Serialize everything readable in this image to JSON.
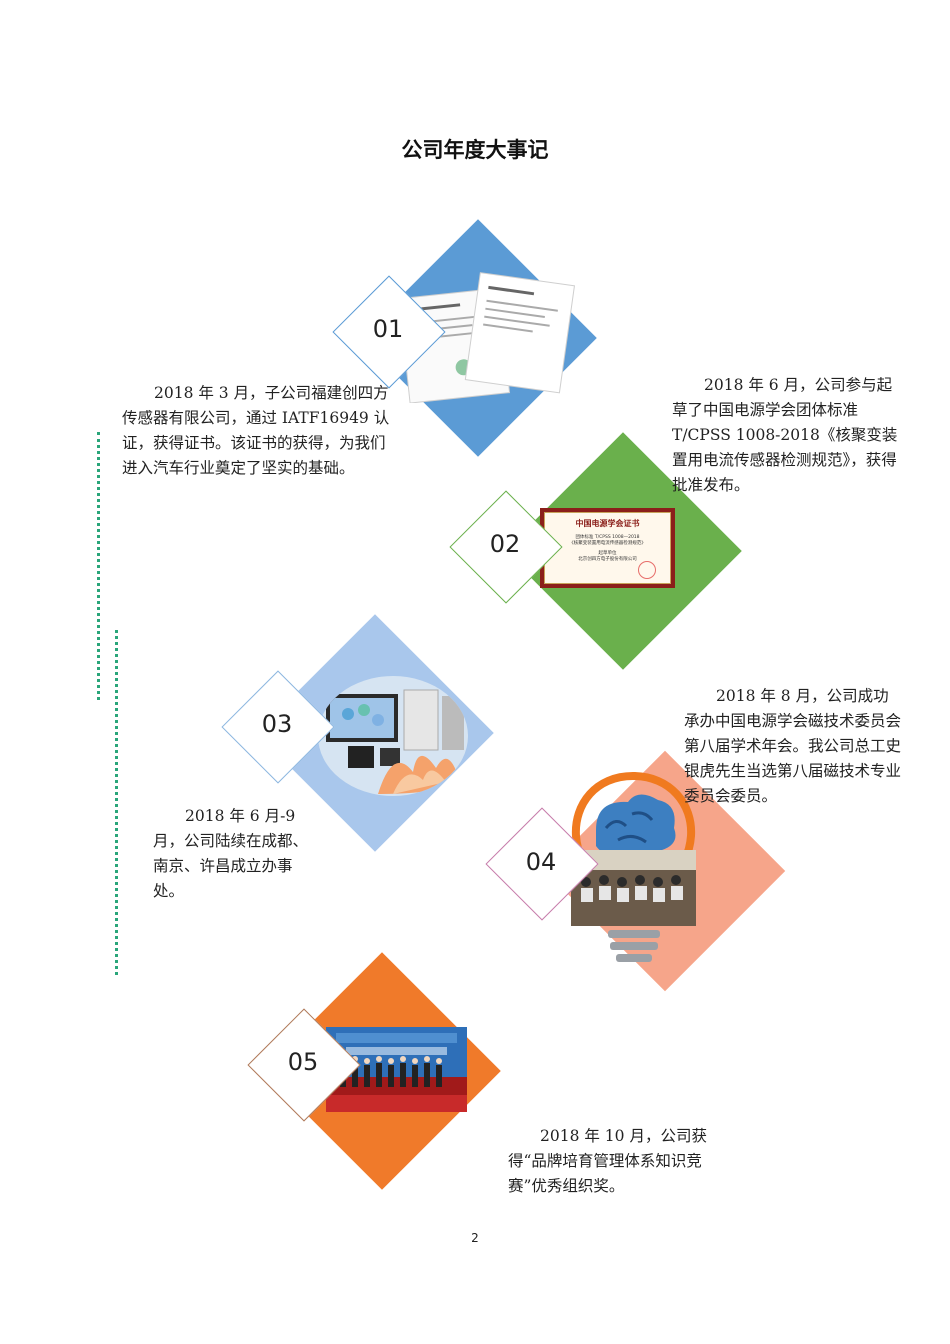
{
  "page_title": "公司年度大事记",
  "page_number": "2",
  "events": [
    {
      "num": "01",
      "text": "2018 年 3 月，子公司福建创四方传感器有限公司，通过 IATF16949 认证，获得证书。该证书的获得，为我们进入汽车行业奠定了坚实的基础。",
      "color": "#5b9bd5"
    },
    {
      "num": "02",
      "text": "2018 年 6 月，公司参与起草了中国电源学会团体标准 T/CPSS 1008-2018《核聚变装置用电流传感器检测规范》，获得批准发布。",
      "color": "#6ab04c",
      "certificate": {
        "heading": "中国电源学会证书",
        "line1": "团体标准 T/CPSS 1008—2018",
        "line2": "《核聚变装置用电流传感器检测规范》",
        "line3": "起草单位",
        "line4": "北京创四方电子股份有限公司"
      }
    },
    {
      "num": "03",
      "text": "2018 年 6 月-9 月，公司陆续在成都、南京、许昌成立办事处。",
      "color": "#a9c7ec"
    },
    {
      "num": "04",
      "text": "2018 年 8 月，公司成功承办中国电源学会磁技术委员会第八届学术年会。我公司总工史银虎先生当选第八届磁技术专业委员会委员。",
      "color": "#f6a58a"
    },
    {
      "num": "05",
      "text": "2018 年 10 月，公司获得“品牌培育管理体系知识竞赛”优秀组织奖。",
      "color": "#f07a2a"
    }
  ],
  "colors": {
    "dots": "#2aa67a",
    "label_border_01": "#5b9bd5",
    "label_border_02": "#6ab04c",
    "label_border_04": "#c77dab"
  }
}
